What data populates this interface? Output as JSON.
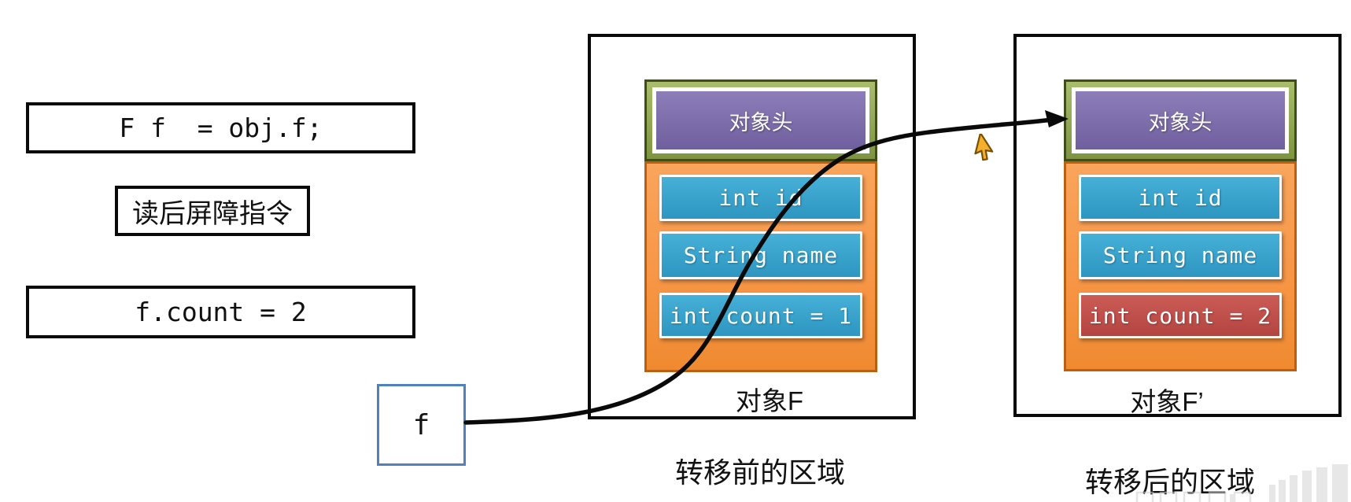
{
  "slide": {
    "left_panel": {
      "code_line_1": "F f  = obj.f;",
      "barrier_label": "读后屏障指令",
      "code_line_2": "f.count = 2",
      "ref_label": "f"
    },
    "regions": {
      "before": {
        "object_title": "对象F",
        "region_label": "转移前的区域",
        "header_label": "对象头",
        "fields": [
          {
            "label": "int id",
            "highlight": false
          },
          {
            "label": "String name",
            "highlight": false
          },
          {
            "label": "int count = 1",
            "highlight": false
          }
        ]
      },
      "after": {
        "object_title": "对象F’",
        "region_label": "转移后的区域",
        "header_label": "对象头",
        "fields": [
          {
            "label": "int id",
            "highlight": false
          },
          {
            "label": "String name",
            "highlight": false
          },
          {
            "label": "int count = 2",
            "highlight": true
          }
        ]
      }
    },
    "colors": {
      "header_purple": "#7d6ca8",
      "header_frame_green": "#8da24c",
      "field_blue": "#35a3cd",
      "field_highlight_red": "#c0504d",
      "container_orange": "#f79646",
      "ref_box_border_blue": "#4f81bd",
      "arrow_black": "#0a0a0a",
      "cursor_gold": "#f2b02c"
    }
  }
}
